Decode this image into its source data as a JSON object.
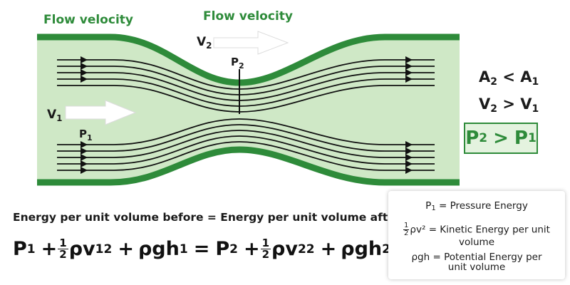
{
  "diagram": {
    "label_flow_left": "Flow velocity",
    "label_flow_top": "Flow velocity",
    "label_v2": {
      "base": "V",
      "sub": "2"
    },
    "label_p2": {
      "base": "P",
      "sub": "2"
    },
    "label_v1": {
      "base": "V",
      "sub": "1"
    },
    "label_p1": {
      "base": "P",
      "sub": "1"
    },
    "colors": {
      "wall": "#2e8b3a",
      "fluid": "#cfe8c6",
      "accent": "#2e8b3a"
    }
  },
  "relations": {
    "area": {
      "a": "A",
      "a_sub": "2",
      "op": "<",
      "b": "A",
      "b_sub": "1"
    },
    "velocity": {
      "a": "V",
      "a_sub": "2",
      "op": ">",
      "b": "V",
      "b_sub": "1"
    },
    "pressure": {
      "a": "P",
      "a_sub": "2",
      "op": ">",
      "b": "P",
      "b_sub": "1"
    }
  },
  "caption": "Energy per unit volume before = Energy per unit volume after",
  "equation": {
    "p1": "P",
    "p1_sub": "1",
    "plus1": "+",
    "half_num": "1",
    "half_den": "2",
    "rho_v1": "ρv",
    "v1_sub": "1",
    "v1_sup": "2",
    "plus2": "+",
    "rgh1": "ρgh",
    "h1_sub": "1",
    "eq": "=",
    "p2": "P",
    "p2_sub": "2",
    "plus3": "+",
    "rho_v2": "ρv",
    "v2_sub": "2",
    "v2_sup": "2",
    "plus4": "+",
    "rgh2": "ρgh",
    "h2_sub": "2"
  },
  "legend": {
    "p_symbol": "P",
    "p_sub": "1",
    "p_text": "= Pressure Energy",
    "ke_num": "1",
    "ke_den": "2",
    "ke_symbol": "ρv²",
    "ke_text": "= Kinetic Energy per unit",
    "ke_text2": "volume",
    "pe_symbol": "ρgh",
    "pe_text": "= Potential Energy per",
    "pe_text2": "unit volume"
  }
}
